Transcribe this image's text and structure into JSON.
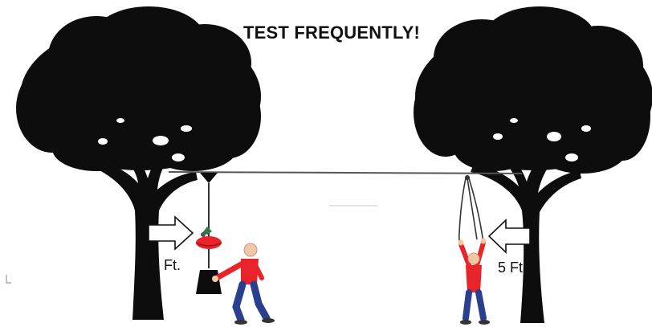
{
  "headline": "TEST FREQUENTLY!",
  "labels": {
    "left_distance": "5 Ft.",
    "right_distance": "5 Ft."
  },
  "colors": {
    "tree": "#0d0d0d",
    "shirt": "#e8242a",
    "pants": "#2b3f8f",
    "bag": "#e8242a",
    "line": "#555555",
    "background": "#ffffff"
  },
  "icons": [
    "tree-silhouette",
    "arrow-right-icon",
    "arrow-left-icon",
    "person-pulling-rope",
    "person-jumping",
    "hanging-bag",
    "pulley-icon"
  ]
}
